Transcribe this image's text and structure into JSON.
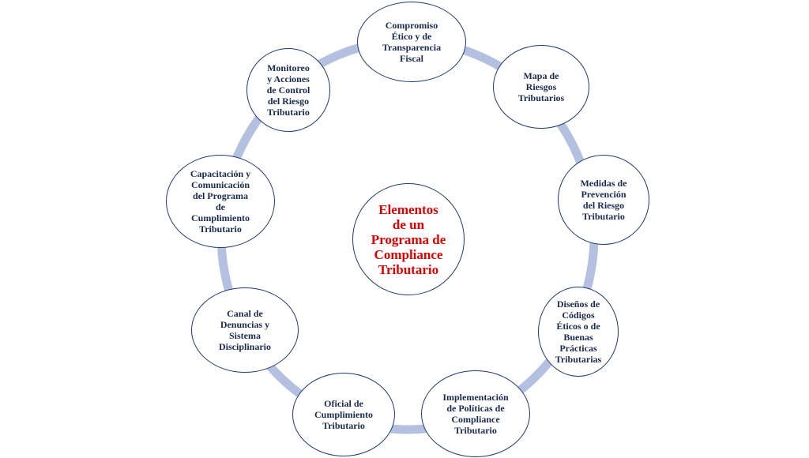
{
  "diagram": {
    "center": {
      "label": "Elementos\nde un\nPrograma de\nCompliance\nTributario",
      "color": "#e00000"
    },
    "ring_color": "#b4c0e0",
    "node_border_color": "#1f3a6e",
    "nodes": [
      {
        "label": "Compromiso\nÉtico y de\nTransparencia\nFiscal"
      },
      {
        "label": "Mapa de\nRiesgos\nTributarios"
      },
      {
        "label": "Medidas de\nPrevención\ndel Riesgo\nTributario"
      },
      {
        "label": "Diseños de\nCódigos\nÉticos  o de\nBuenas\nPrácticas\nTributarias"
      },
      {
        "label": "Implementación\nde Políticas de\nCompliance\nTributario"
      },
      {
        "label": "Oficial de\nCumplimiento\nTributario"
      },
      {
        "label": "Canal de\nDenuncias y\nSistema\nDisciplinario"
      },
      {
        "label": "Capacitación  y\nComunicación\ndel Programa\nde\nCumplimiento\nTributario"
      },
      {
        "label": "Monitoreo\ny Acciones\nde Control\ndel  Riesgo\nTributario"
      }
    ]
  }
}
